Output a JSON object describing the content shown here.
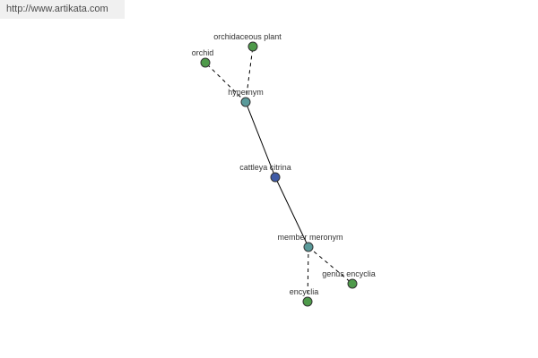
{
  "watermark": {
    "text": "http://www.artikata.com"
  },
  "colors": {
    "center": "#3e5aa6",
    "relation": "#5a9a9a",
    "leaf": "#4e9a4a"
  },
  "nodes": {
    "orchidaceous_plant": {
      "label": "orchidaceous plant",
      "kind": "leaf"
    },
    "orchid": {
      "label": "orchid",
      "kind": "leaf"
    },
    "hypernym": {
      "label": "hypernym",
      "kind": "relation"
    },
    "cattleya_citrina": {
      "label": "cattleya citrina",
      "kind": "center"
    },
    "member_meronym": {
      "label": "member meronym",
      "kind": "relation"
    },
    "genus_encyclia": {
      "label": "genus encyclia",
      "kind": "leaf"
    },
    "encyclia": {
      "label": "encyclia",
      "kind": "leaf"
    }
  }
}
